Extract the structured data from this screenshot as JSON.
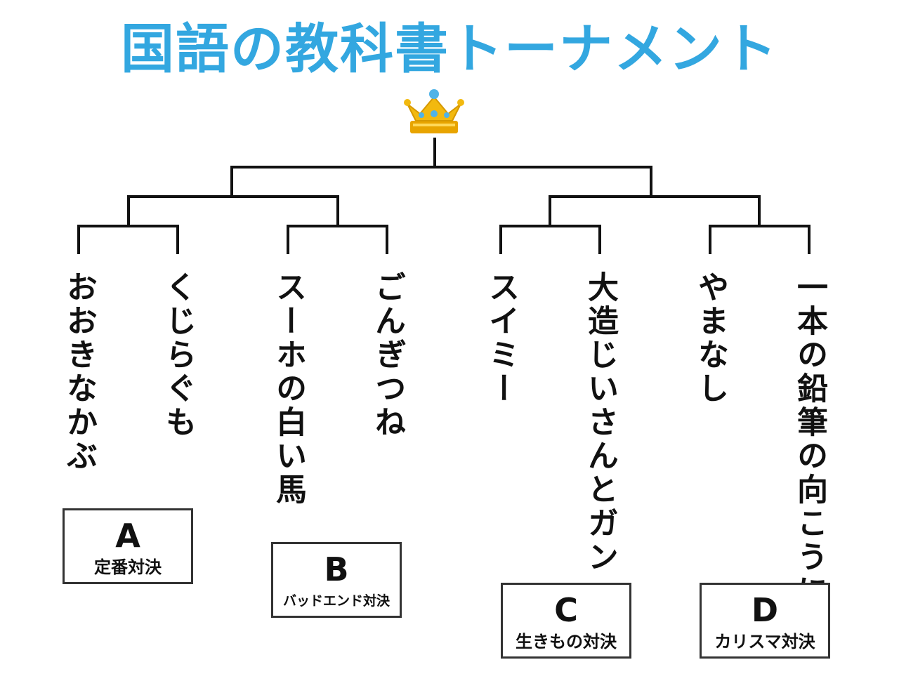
{
  "title": "国語の教科書トーナメント",
  "colors": {
    "title": "#33a7e0",
    "lines": "#111111",
    "crown_gold": "#f2b90f",
    "crown_gem": "#4fb3e8"
  },
  "icons": {
    "winner": "crown-icon"
  },
  "entries": [
    "おおきなかぶ",
    "くじらぐも",
    "スーホの白い馬",
    "ごんぎつね",
    "スイミー",
    "大造じいさんとガン",
    "やまなし",
    "一本の鉛筆の向こうに"
  ],
  "groups": [
    {
      "letter": "A",
      "label": "定番対決"
    },
    {
      "letter": "B",
      "label": "バッドエンド対決"
    },
    {
      "letter": "C",
      "label": "生きもの対決"
    },
    {
      "letter": "D",
      "label": "カリスマ対決"
    }
  ]
}
